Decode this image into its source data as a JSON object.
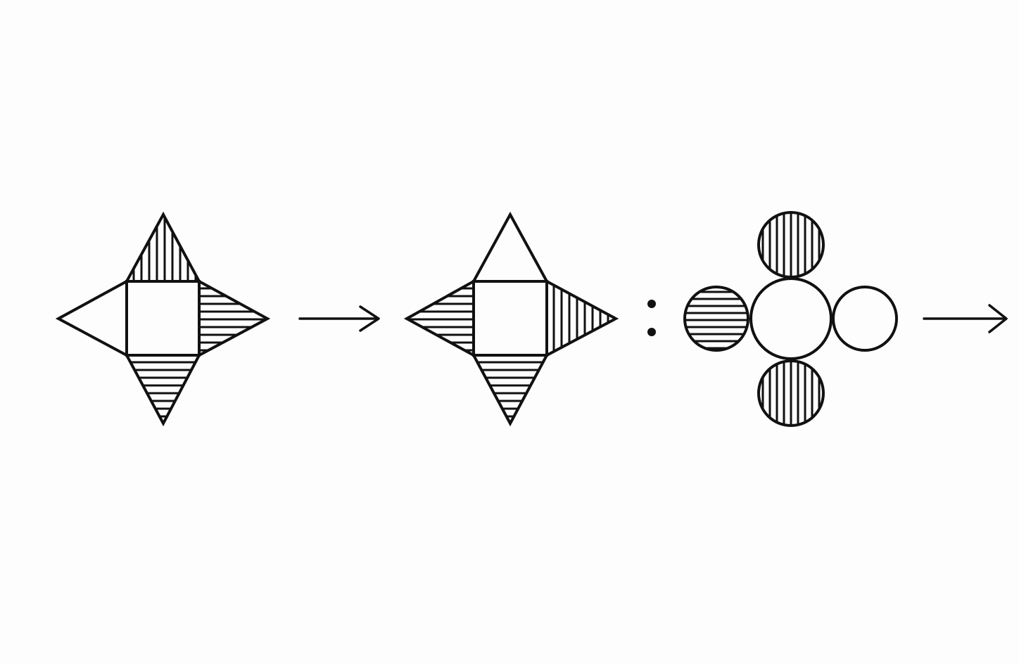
{
  "diagram": {
    "type": "figure-analogy",
    "relation": "A → B : C → ?",
    "colors": {
      "stroke": "#111111",
      "background": "#fdfdfd"
    },
    "figure_a": {
      "shape": "square with four triangles",
      "top": "vertical-stripes",
      "right": "horizontal-stripes",
      "bottom": "horizontal-stripes",
      "left": "blank",
      "center": "blank"
    },
    "figure_b": {
      "shape": "square with four triangles",
      "top": "blank",
      "right": "vertical-stripes",
      "bottom": "horizontal-stripes",
      "left": "horizontal-stripes",
      "center": "blank"
    },
    "figure_c": {
      "shape": "circle with four circles",
      "top": "vertical-stripes",
      "right": "blank",
      "bottom": "vertical-stripes",
      "left": "horizontal-stripes",
      "center": "blank"
    },
    "separator": "colon",
    "answer": "missing"
  }
}
